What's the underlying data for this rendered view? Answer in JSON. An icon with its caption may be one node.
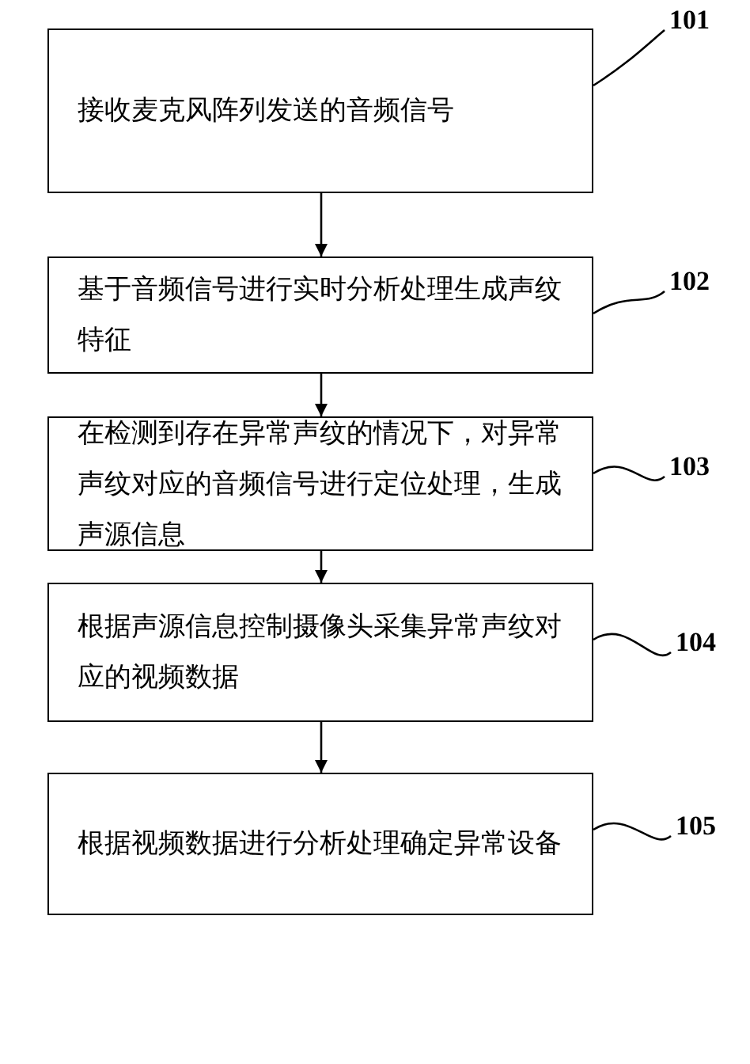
{
  "diagram": {
    "nodes": [
      {
        "text": [
          "接收麦克风阵列发送的音频信号"
        ]
      },
      {
        "text": [
          "基于音频信号进行实时分析处理生成声纹特征"
        ]
      },
      {
        "text": [
          "在检测到存在异常声纹的情况下，对异常声纹对应的音频信号进行定位处理，生成声源信息"
        ]
      },
      {
        "text": [
          "根据声源信息控制摄像头采集异常声纹对应的视频数据"
        ]
      },
      {
        "text": [
          "根据视频数据进行分析处理确定异常设备"
        ]
      },
      {
        "text": [
          "101"
        ]
      },
      {
        "text": [
          "102"
        ]
      },
      {
        "text": [
          "103"
        ]
      },
      {
        "text": [
          "104"
        ]
      },
      {
        "text": [
          "105"
        ]
      }
    ],
    "edges": [
      {
        "from": 0,
        "to": 1,
        "arrow": "to"
      },
      {
        "from": 1,
        "to": 2,
        "arrow": "to"
      },
      {
        "from": 2,
        "to": 3,
        "arrow": "to"
      },
      {
        "from": 3,
        "to": 4,
        "arrow": "to"
      },
      {
        "from": 5,
        "to": 0,
        "arrow": "none"
      },
      {
        "from": 6,
        "to": 1,
        "arrow": "none"
      },
      {
        "from": 7,
        "to": 2,
        "arrow": "none"
      },
      {
        "from": 8,
        "to": 3,
        "arrow": "none"
      },
      {
        "from": 9,
        "to": 4,
        "arrow": "none"
      }
    ]
  }
}
